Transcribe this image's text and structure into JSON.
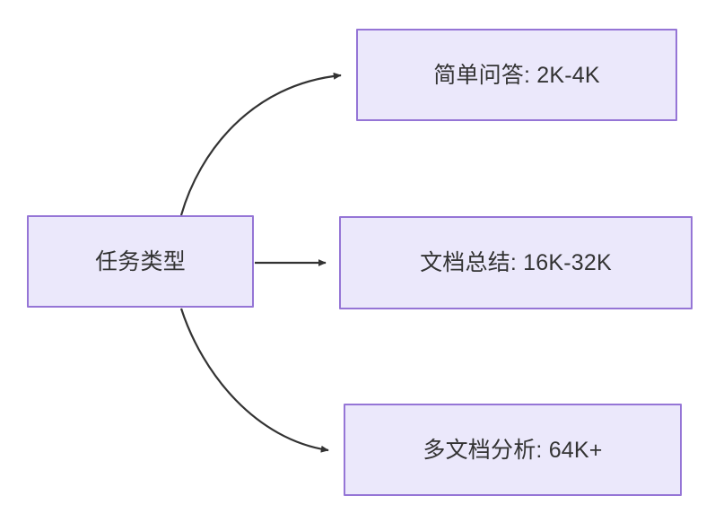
{
  "diagram": {
    "type": "flowchart",
    "direction": "left-to-right",
    "background_color": "#ffffff",
    "node_fill_color": "#ebe8fb",
    "node_border_color": "#9575d6",
    "node_text_color": "#333333",
    "edge_color": "#333333",
    "root": {
      "id": "task-type",
      "label": "任务类型"
    },
    "branches": [
      {
        "id": "simple-qa",
        "label": "简单问答: 2K-4K",
        "task": "简单问答",
        "range": "2K-4K",
        "edge": {
          "from": "task-type",
          "to": "simple-qa",
          "style": "curved",
          "arrow": "triangle"
        }
      },
      {
        "id": "doc-summary",
        "label": "文档总结: 16K-32K",
        "task": "文档总结",
        "range": "16K-32K",
        "edge": {
          "from": "task-type",
          "to": "doc-summary",
          "style": "straight",
          "arrow": "triangle"
        }
      },
      {
        "id": "multi-doc",
        "label": "多文档分析: 64K+",
        "task": "多文档分析",
        "range": "64K+",
        "edge": {
          "from": "task-type",
          "to": "multi-doc",
          "style": "curved",
          "arrow": "triangle"
        }
      }
    ]
  }
}
